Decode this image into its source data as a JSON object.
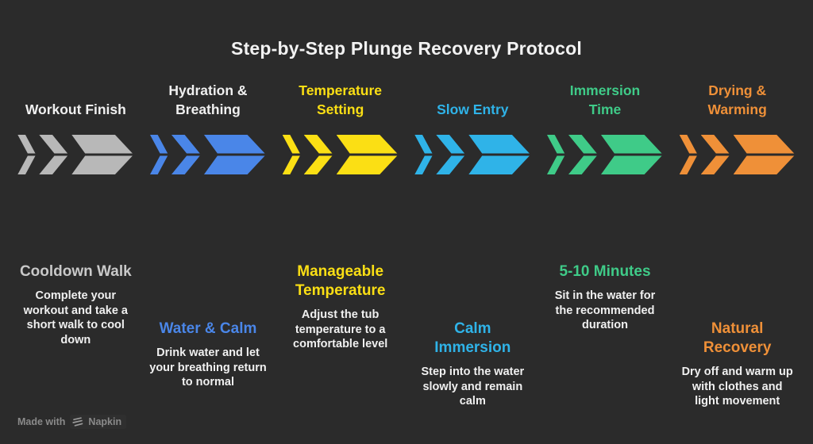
{
  "title": "Step-by-Step Plunge Recovery Protocol",
  "colors": {
    "background": "#2b2b2b",
    "title_text": "#f2f2f2",
    "body_text": "#f0f0f0",
    "footer_text": "#8a8a8a",
    "gray": "#b8b8b8",
    "blue": "#4a86e8",
    "yellow": "#fbdf14",
    "cyan": "#2fb3e8",
    "green": "#3fcb88",
    "orange": "#ef9038"
  },
  "steps": [
    {
      "label": "Workout Finish",
      "label_color": "#f0f0f0",
      "chevron_color": "#b8b8b8",
      "detail_title": "Cooldown Walk",
      "detail_title_color": "#c9c9c9",
      "detail_body": "Complete your\nworkout and take a\nshort walk to cool\ndown"
    },
    {
      "label": "Hydration &\nBreathing",
      "label_color": "#f0f0f0",
      "chevron_color": "#4a86e8",
      "detail_title": "Water & Calm",
      "detail_title_color": "#4a86e8",
      "detail_body": "Drink water and let\nyour breathing return\nto normal"
    },
    {
      "label": "Temperature\nSetting",
      "label_color": "#fbdf14",
      "chevron_color": "#fbdf14",
      "detail_title": "Manageable\nTemperature",
      "detail_title_color": "#fbdf14",
      "detail_body": "Adjust the tub\ntemperature to a\ncomfortable level"
    },
    {
      "label": "Slow Entry",
      "label_color": "#2fb3e8",
      "chevron_color": "#2fb3e8",
      "detail_title": "Calm\nImmersion",
      "detail_title_color": "#2fb3e8",
      "detail_body": "Step into the water\nslowly and remain\ncalm"
    },
    {
      "label": "Immersion\nTime",
      "label_color": "#3fcb88",
      "chevron_color": "#3fcb88",
      "detail_title": "5-10 Minutes",
      "detail_title_color": "#3fcb88",
      "detail_body": "Sit in the water for\nthe recommended\nduration"
    },
    {
      "label": "Drying &\nWarming",
      "label_color": "#ef9038",
      "chevron_color": "#ef9038",
      "detail_title": "Natural\nRecovery",
      "detail_title_color": "#ef9038",
      "detail_body": "Dry off and warm up\nwith clothes and\nlight movement"
    }
  ],
  "footer": {
    "made_with": "Made with",
    "brand": "Napkin"
  }
}
